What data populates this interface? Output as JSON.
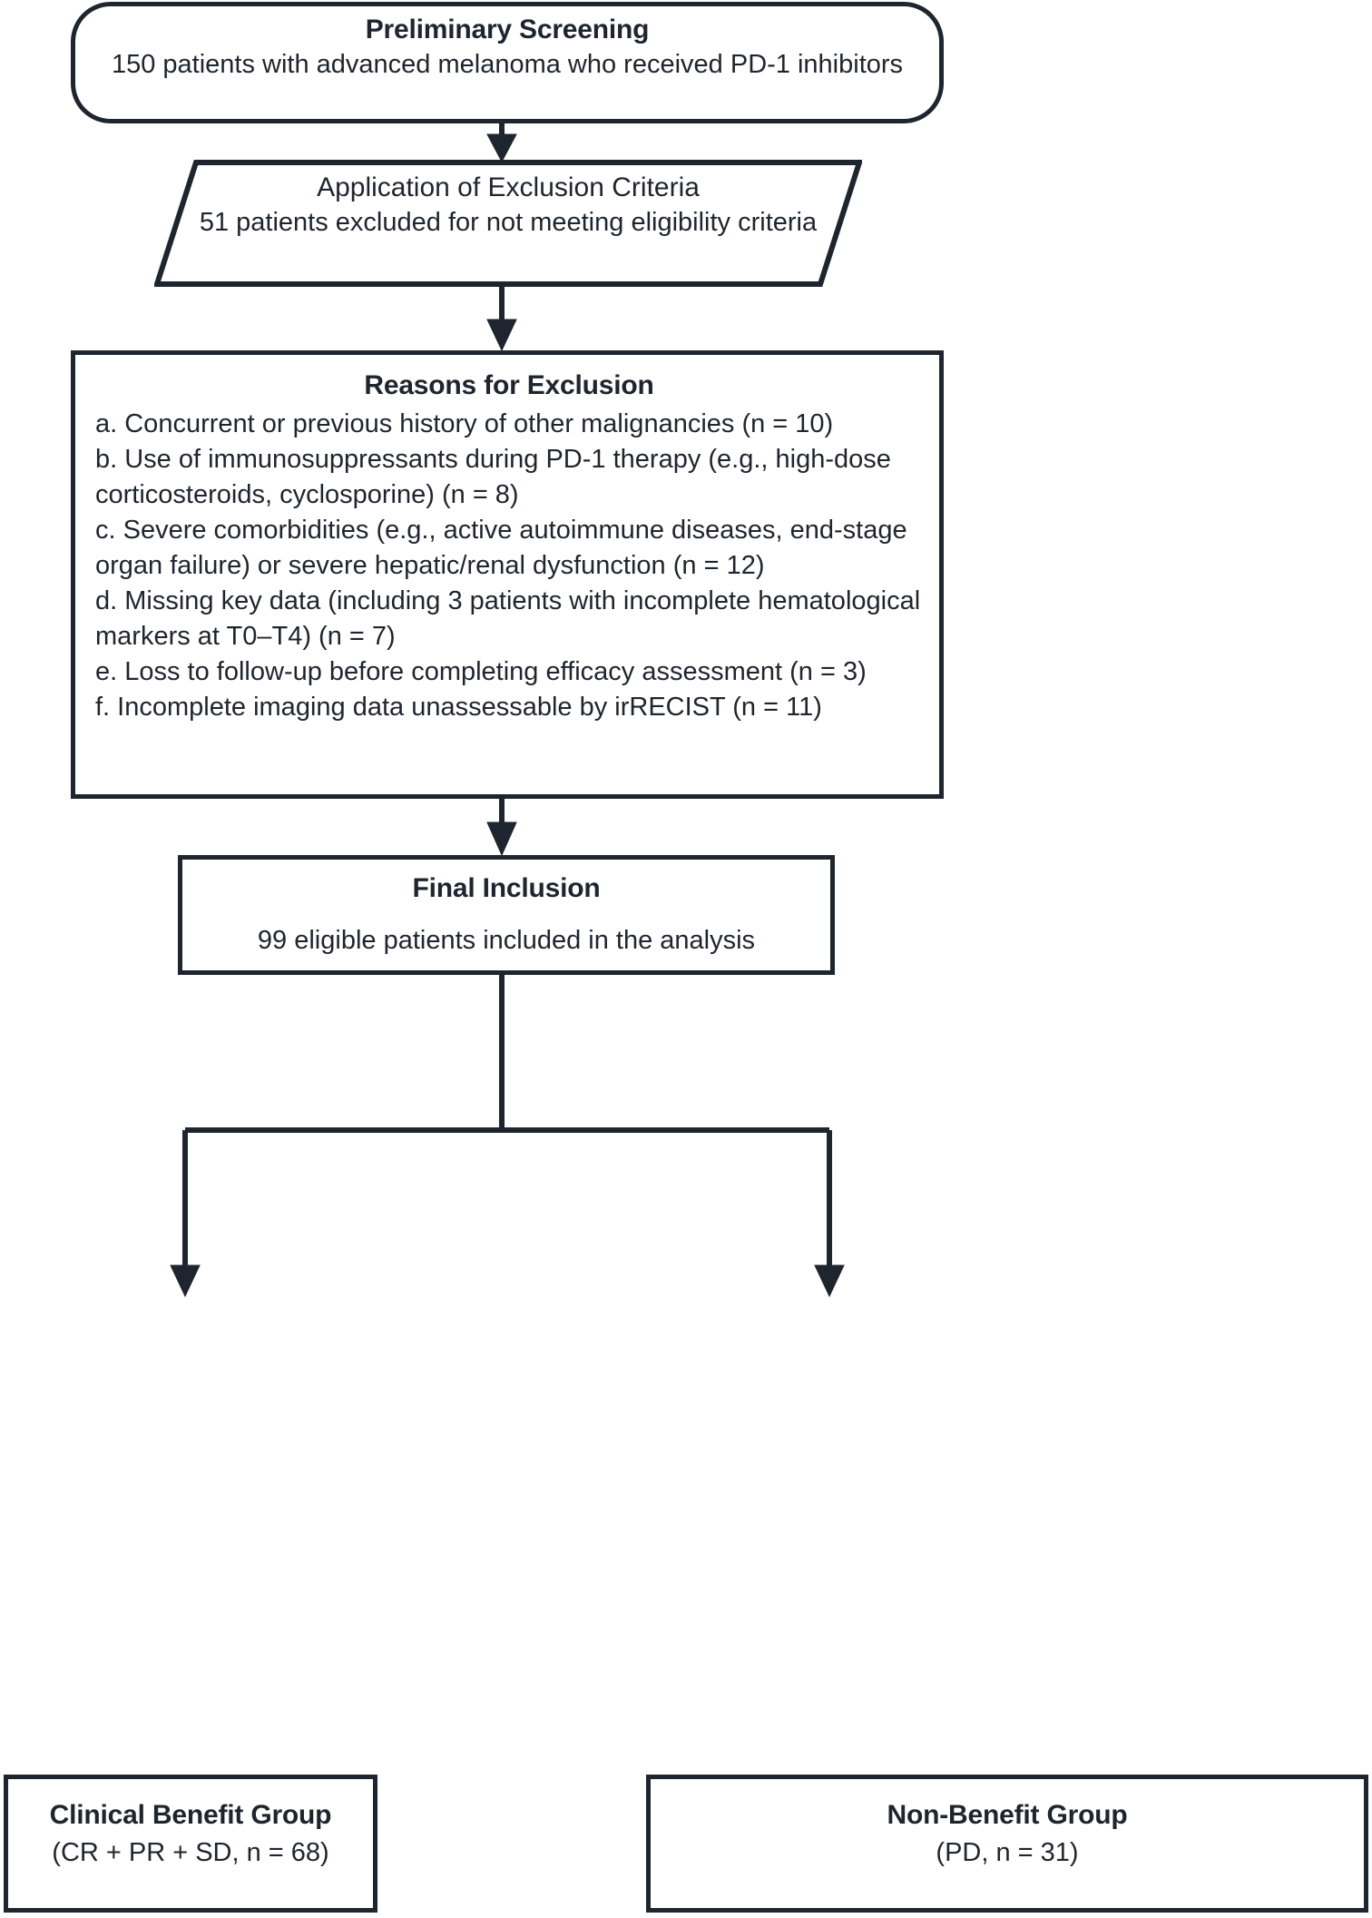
{
  "diagram": {
    "type": "patient-selection-flowchart",
    "stroke_color": "#1f252e",
    "fill_color": "#ffffff",
    "nodes": {
      "preliminary_screening": {
        "shape": "rounded-rectangle",
        "title": "Preliminary Screening",
        "body": "150 patients with advanced melanoma who received PD-1 inhibitors",
        "count": 150
      },
      "exclusion_criteria": {
        "shape": "parallelogram",
        "title": "Application of Exclusion Criteria",
        "body": "51 patients excluded for not meeting eligibility criteria",
        "count": 51
      },
      "reasons_for_exclusion": {
        "shape": "rectangle",
        "title": "Reasons for Exclusion",
        "items": [
          "a. Concurrent or previous history of other malignancies (n = 10)",
          "b. Use of immunosuppressants during PD-1 therapy (e.g., high-dose corticosteroids, cyclosporine) (n = 8)",
          "c. Severe comorbidities (e.g., active autoimmune diseases, end-stage organ failure) or severe hepatic/renal dysfunction (n = 12)",
          "d. Missing key data (including 3 patients with incomplete hematological markers at T0–T4) (n = 7)",
          "e. Loss to follow-up before completing efficacy assessment (n = 3)",
          "f. Incomplete imaging data unassessable by irRECIST (n = 11)"
        ],
        "counts": [
          10,
          8,
          12,
          7,
          3,
          11
        ]
      },
      "final_inclusion": {
        "shape": "rectangle",
        "title": "Final Inclusion",
        "body": "99 eligible patients included in the analysis",
        "count": 99
      },
      "clinical_benefit_group": {
        "shape": "rectangle",
        "title": "Clinical Benefit Group",
        "body": "(CR + PR + SD, n = 68)",
        "count": 68
      },
      "non_benefit_group": {
        "shape": "rectangle",
        "title": "Non-Benefit Group",
        "body": "(PD, n = 31)",
        "count": 31
      }
    },
    "connectors": [
      {
        "name": "arrow-prelim-to-criteria",
        "style": "solid-arrow-down"
      },
      {
        "name": "arrow-criteria-to-reasons",
        "style": "solid-arrow-down"
      },
      {
        "name": "arrow-reasons-to-final",
        "style": "solid-arrow-down"
      },
      {
        "name": "split-final-to-groups",
        "style": "elbow-split-two-arrows-down"
      }
    ]
  }
}
